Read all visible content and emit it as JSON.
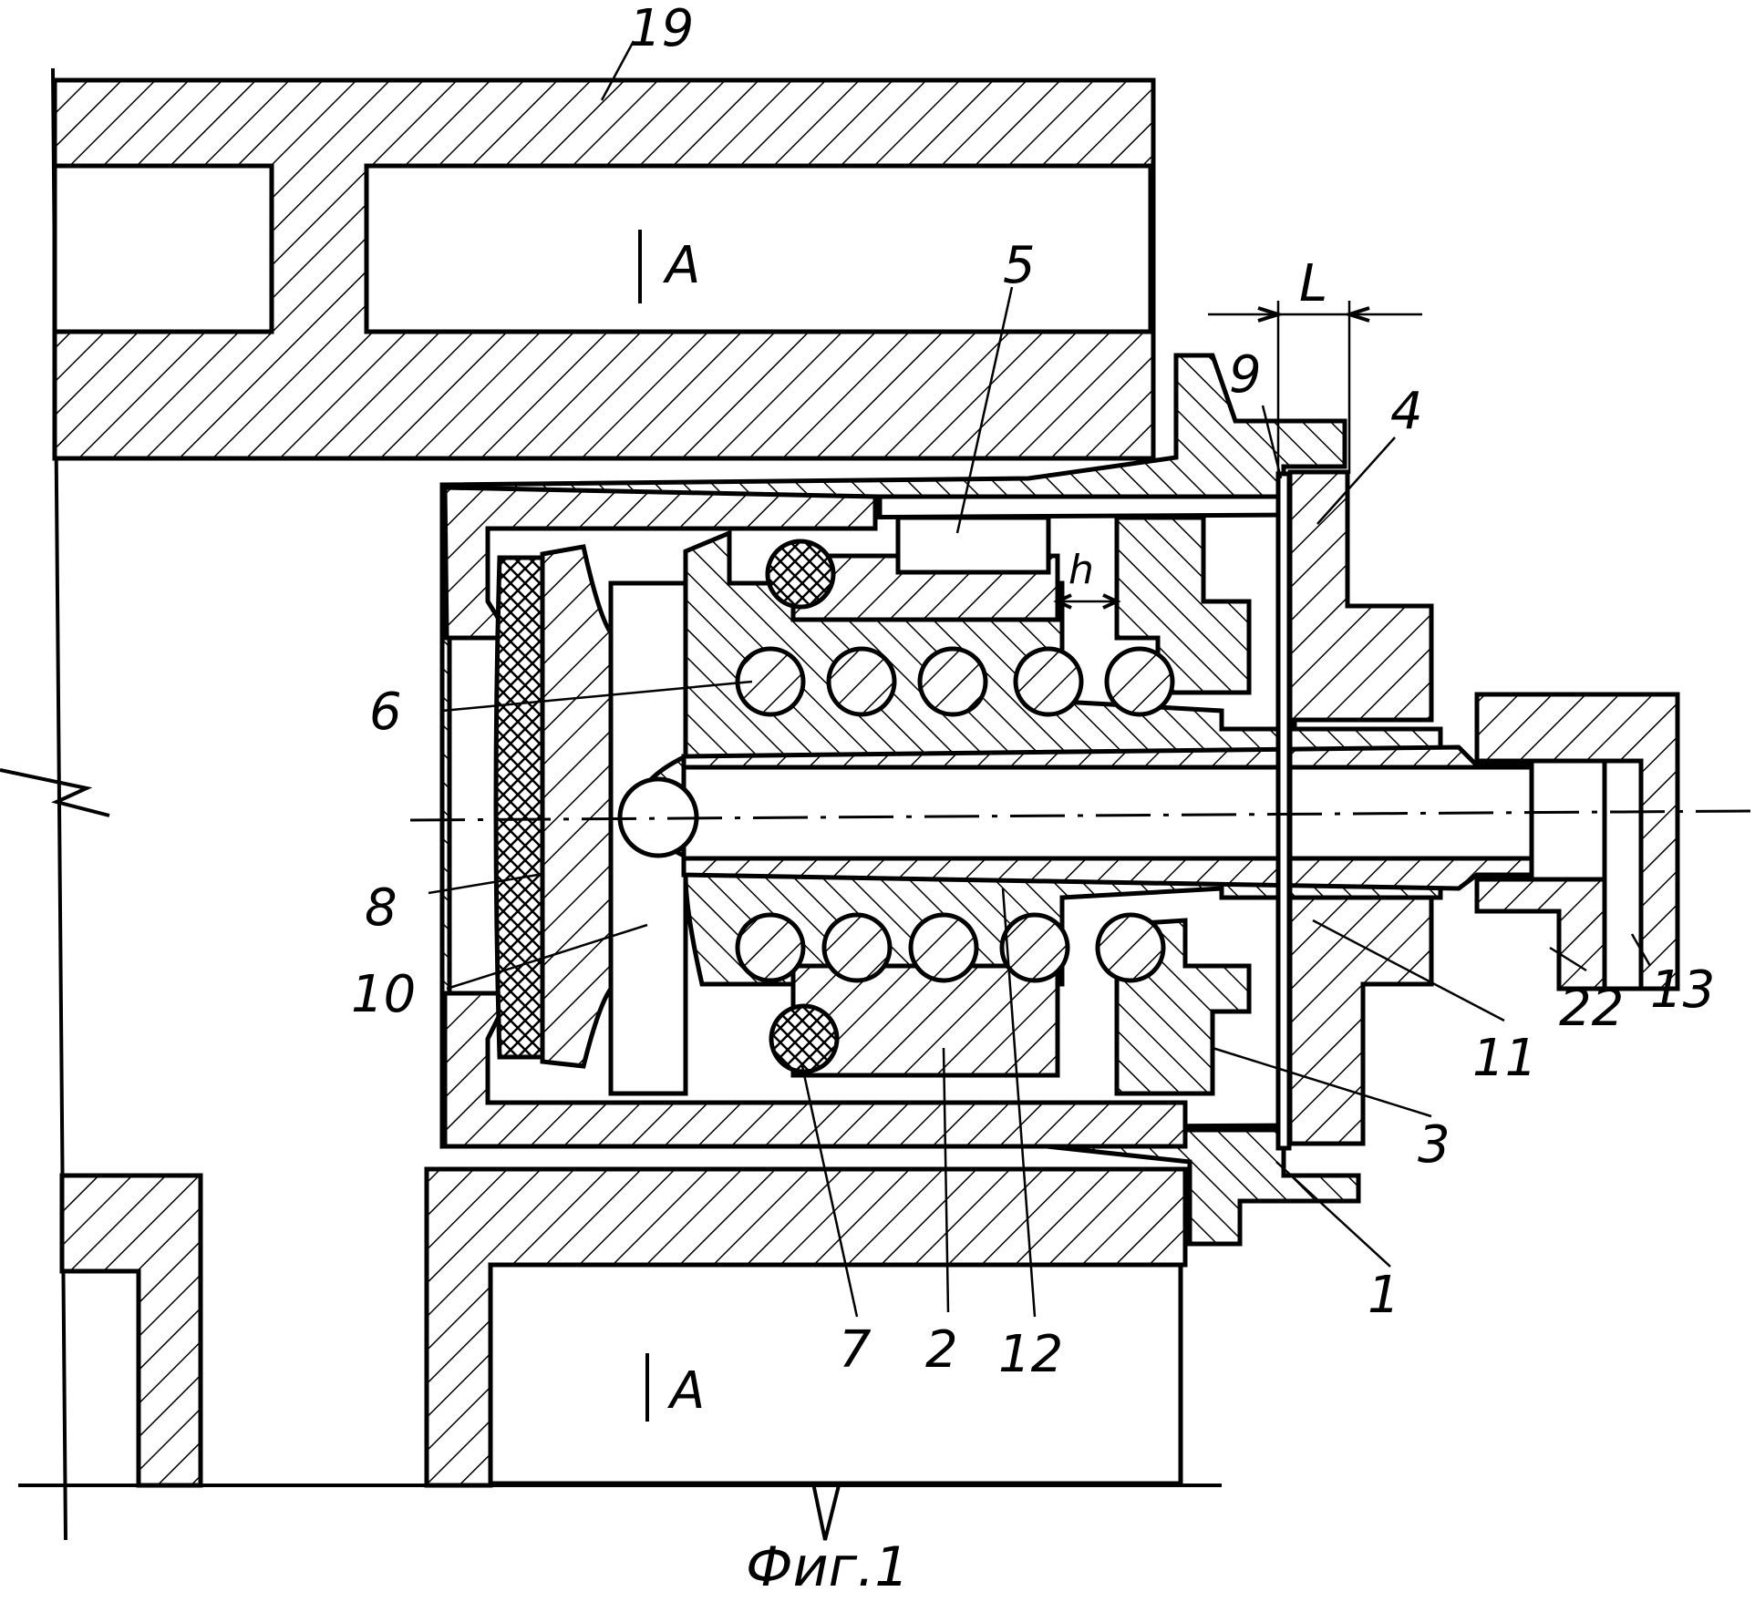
{
  "figure": {
    "caption": "Фиг.1",
    "section_marks": {
      "top": "A",
      "bottom": "A"
    },
    "dimensions": {
      "L": "L",
      "h": "h"
    },
    "callouts": [
      {
        "id": "c19",
        "label": "19"
      },
      {
        "id": "c5",
        "label": "5"
      },
      {
        "id": "c9",
        "label": "9"
      },
      {
        "id": "c4",
        "label": "4"
      },
      {
        "id": "c6",
        "label": "6"
      },
      {
        "id": "c8",
        "label": "8"
      },
      {
        "id": "c10",
        "label": "10"
      },
      {
        "id": "c11",
        "label": "11"
      },
      {
        "id": "c22",
        "label": "22"
      },
      {
        "id": "c13",
        "label": "13"
      },
      {
        "id": "c3",
        "label": "3"
      },
      {
        "id": "c1",
        "label": "1"
      },
      {
        "id": "c7",
        "label": "7"
      },
      {
        "id": "c2",
        "label": "2"
      },
      {
        "id": "c12",
        "label": "12"
      }
    ]
  }
}
